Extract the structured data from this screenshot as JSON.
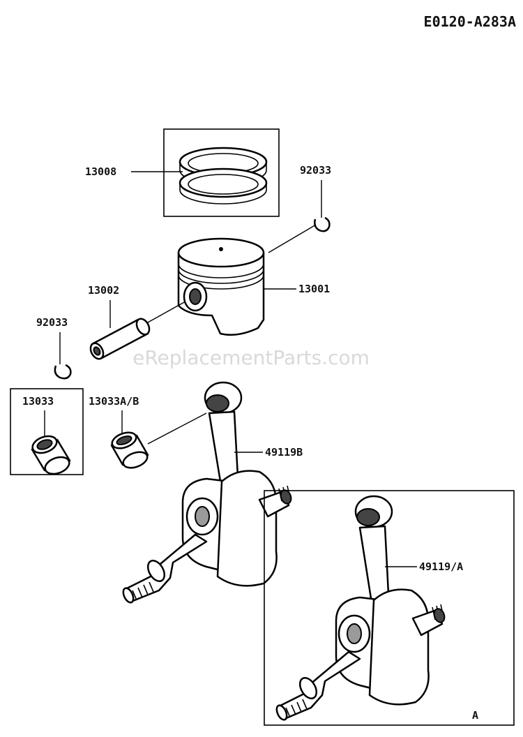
{
  "diagram_code": "E0120-A283A",
  "watermark": "eReplacementParts.com",
  "parts": {
    "piston_rings": "13008",
    "circlip_top": "92033",
    "piston": "13001",
    "piston_pin": "13002",
    "circlip_left": "92033",
    "bearing_needle": "13033",
    "bearing_needle_ab": "13033A/B",
    "crankshaft_b": "49119B",
    "crankshaft_a": "49119/A"
  },
  "inset_marker": "A"
}
